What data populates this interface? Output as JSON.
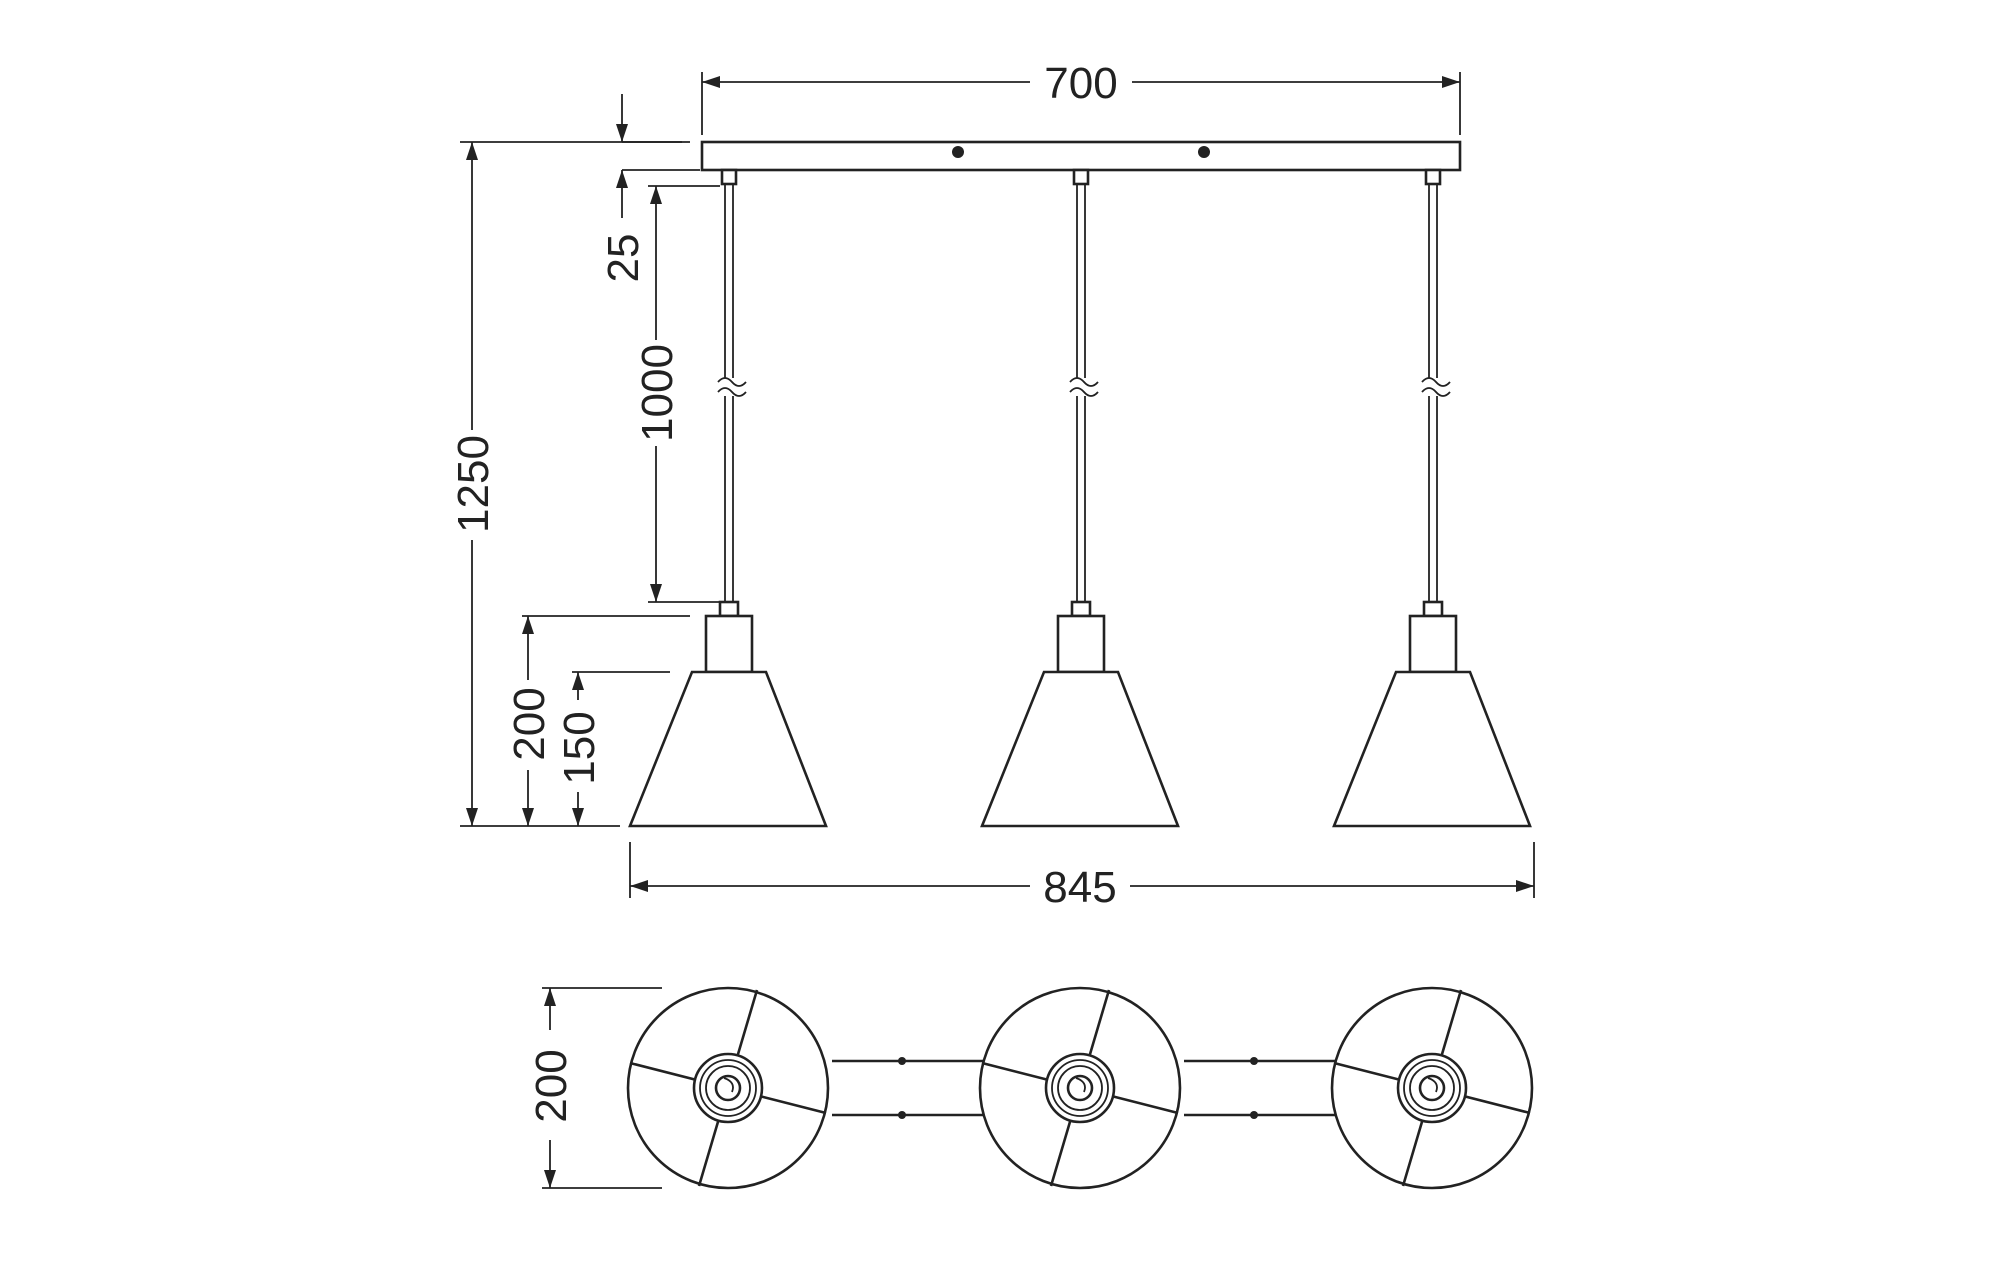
{
  "dimensions": {
    "canopy_width": "700",
    "overall_width": "845",
    "overall_height": "1250",
    "canopy_height": "25",
    "cable_length": "1000",
    "shade_total_height": "200",
    "shade_cone_height": "150",
    "shade_diameter": "200"
  },
  "colors": {
    "line": "#222222",
    "background": "#ffffff"
  }
}
